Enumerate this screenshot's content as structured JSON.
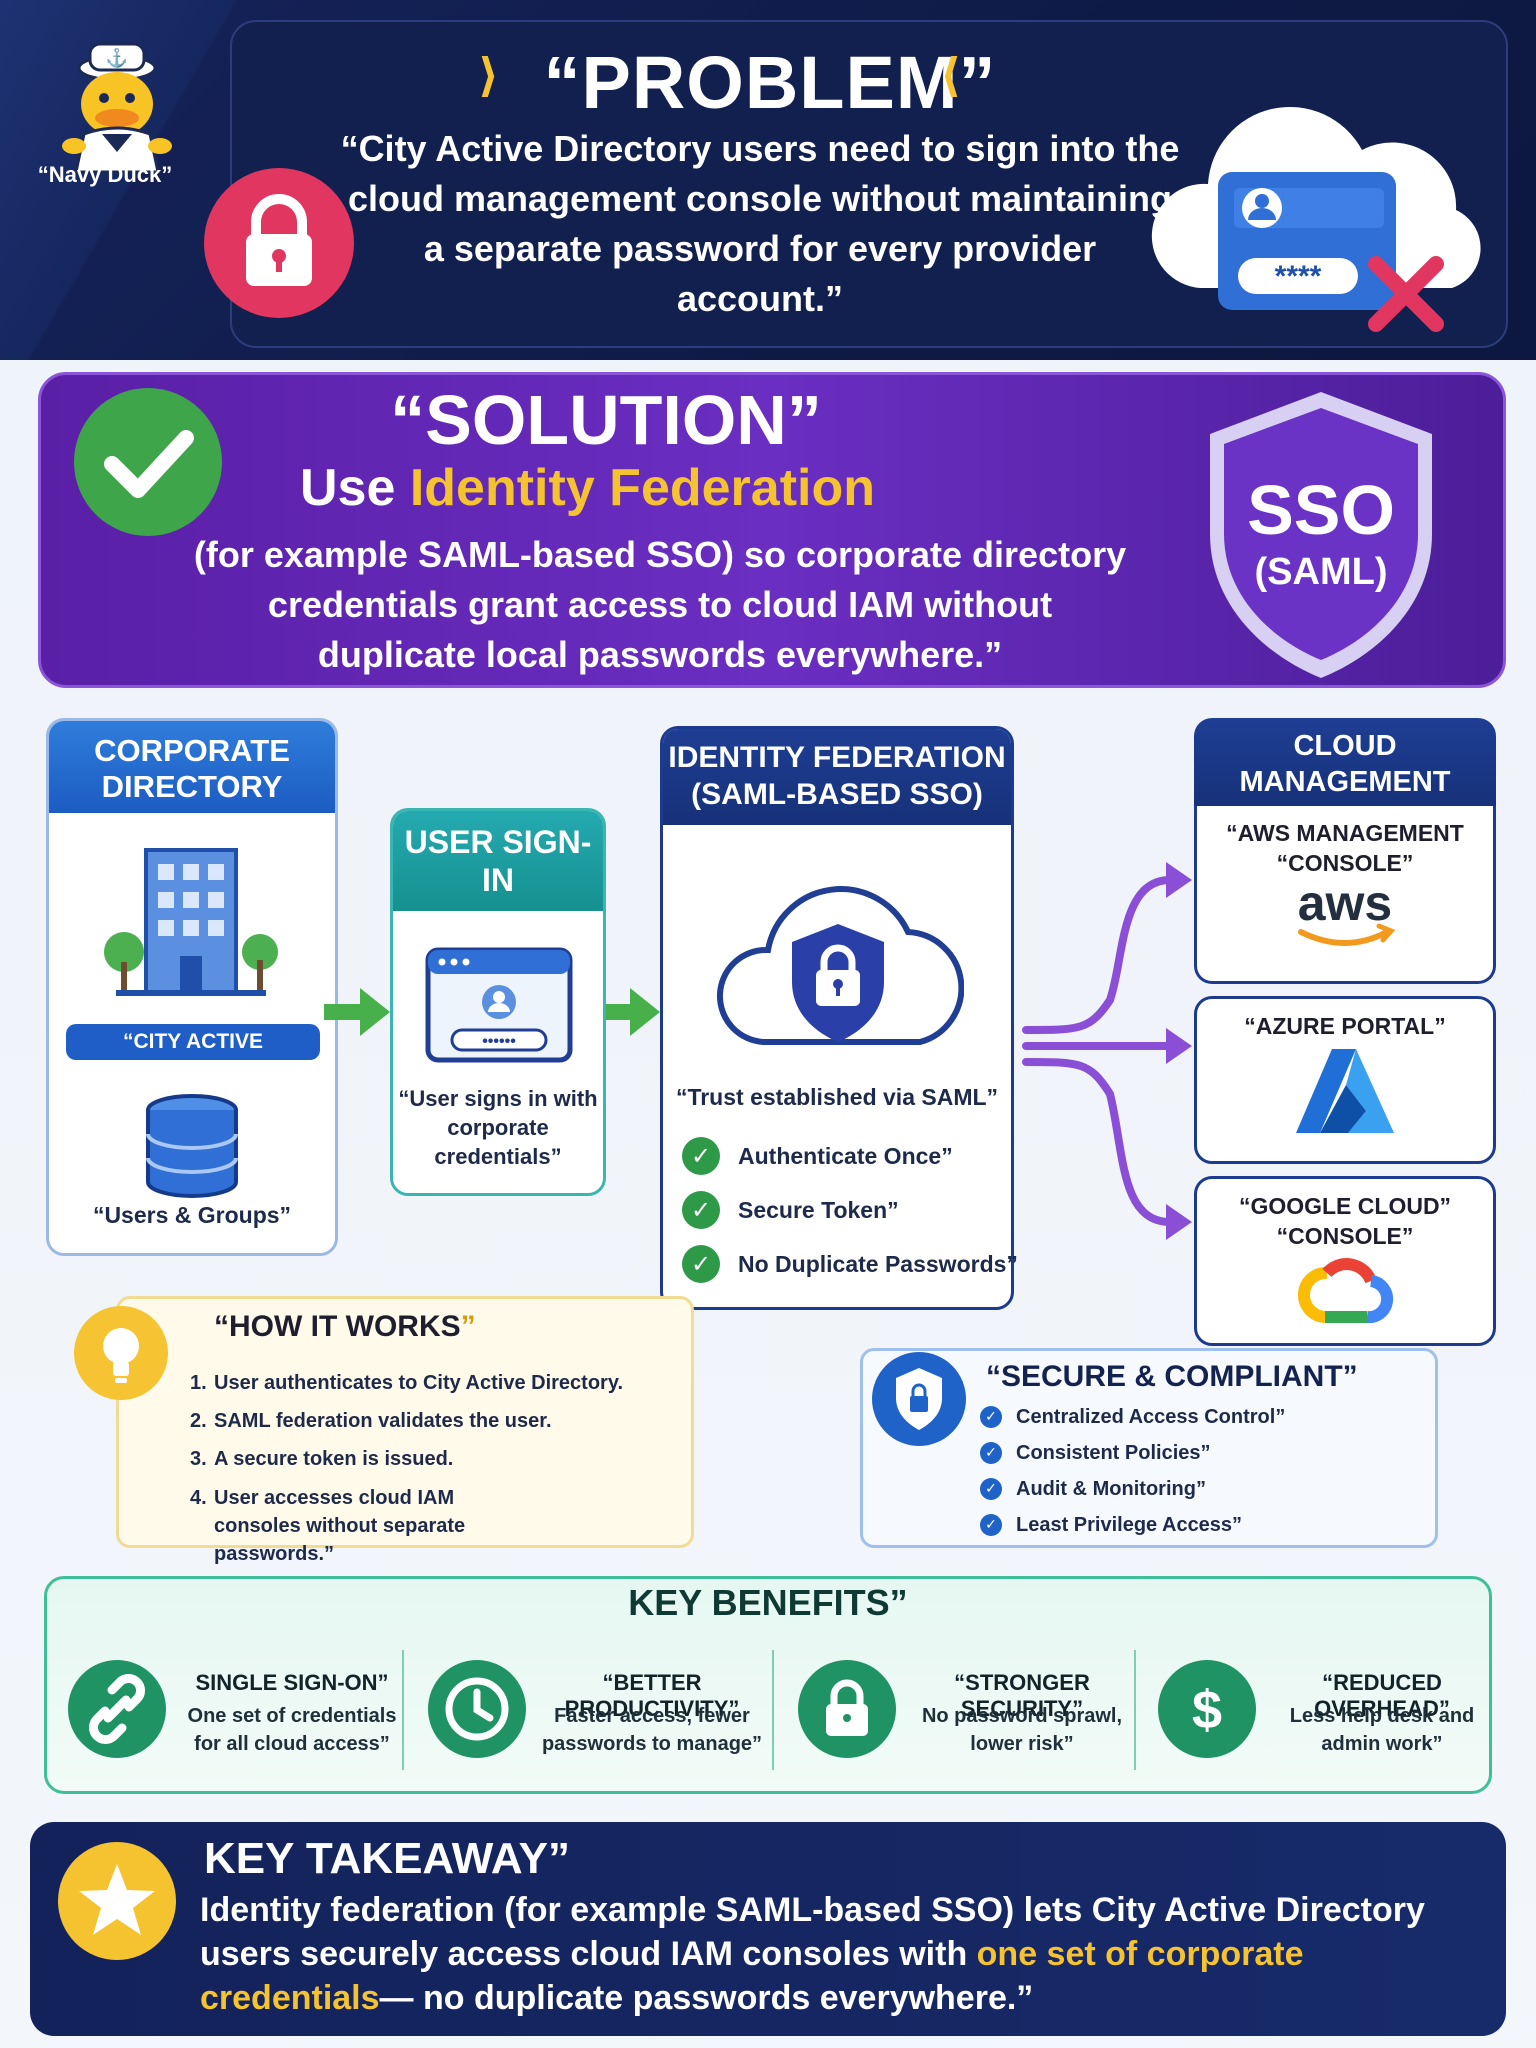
{
  "problem": {
    "mascot_label": "“Navy Duck”",
    "title": "“PROBLEM”",
    "text": "“City Active Directory users need to sign into the cloud management console without maintaining a separate password for every provider account.”",
    "password_mask": "****"
  },
  "solution": {
    "title": "“SOLUTION”",
    "sub_prefix": "Use ",
    "sub_highlight": "Identity Federation",
    "text": "(for example SAML-based SSO) so corporate directory credentials grant access to cloud IAM without duplicate local passwords everywhere.”",
    "shield_line1": "SSO",
    "shield_line2": "(SAML)"
  },
  "flow": {
    "corporate": {
      "title": "CORPORATE DIRECTORY",
      "pill": "“CITY ACTIVE DIRECTORY”",
      "caption": "“Users & Groups”"
    },
    "user": {
      "title": "USER SIGN-IN",
      "caption": "“User signs in with corporate credentials”",
      "password_mask": "••••••"
    },
    "federation": {
      "title": "IDENTITY FEDERATION (SAML-BASED SSO)",
      "caption": "“Trust established via SAML”",
      "checks": [
        "Authenticate Once”",
        "Secure Token”",
        "No Duplicate Passwords”"
      ]
    },
    "iam": {
      "title": "CLOUD MANAGEMENT CONSOLES (IAM)”",
      "aws_label": "“AWS MANAGEMENT “CONSOLE”",
      "aws_logo": "aws",
      "azure_label": "“AZURE PORTAL”",
      "gcp_label": "“GOOGLE CLOUD” “CONSOLE”"
    }
  },
  "how": {
    "title_main": "“HOW IT WORKS",
    "title_end": "”",
    "steps": [
      "User authenticates to City Active Directory.",
      "SAML federation validates the user.",
      "A secure token is issued.",
      "User accesses cloud IAM consoles without separate passwords.”"
    ]
  },
  "secure": {
    "title": "“SECURE & COMPLIANT”",
    "items": [
      "Centralized Access Control”",
      "Consistent Policies”",
      "Audit & Monitoring”",
      "Least Privilege Access”"
    ]
  },
  "benefits": {
    "title": "KEY BENEFITS”",
    "items": [
      {
        "title": "SINGLE SIGN-ON”",
        "desc": "One set of credentials for all cloud access”",
        "icon": "link-icon"
      },
      {
        "title": "“BETTER PRODUCTIVITY”",
        "desc": "Faster access, fewer passwords to manage”",
        "icon": "clock-icon"
      },
      {
        "title": "“STRONGER SECURITY”",
        "desc": "No password sprawl, lower risk”",
        "icon": "lock-icon"
      },
      {
        "title": "“REDUCED OVERHEAD”",
        "desc": "Less help desk and admin work”",
        "icon": "dollar-icon"
      }
    ]
  },
  "takeaway": {
    "title": "KEY TAKEAWAY”",
    "text_a": "Identity federation (for example SAML-based SSO) lets City Active Directory users securely access cloud IAM consoles with ",
    "text_highlight": "one set of corporate credentials",
    "text_b": "— no duplicate passwords everywhere.”"
  },
  "colors": {
    "navy": "#12204f",
    "purple": "#6a2ec2",
    "gold": "#f5c230",
    "green": "#2e9a47",
    "blue": "#1f63c8",
    "teal": "#1f9364",
    "red": "#e1365f"
  }
}
